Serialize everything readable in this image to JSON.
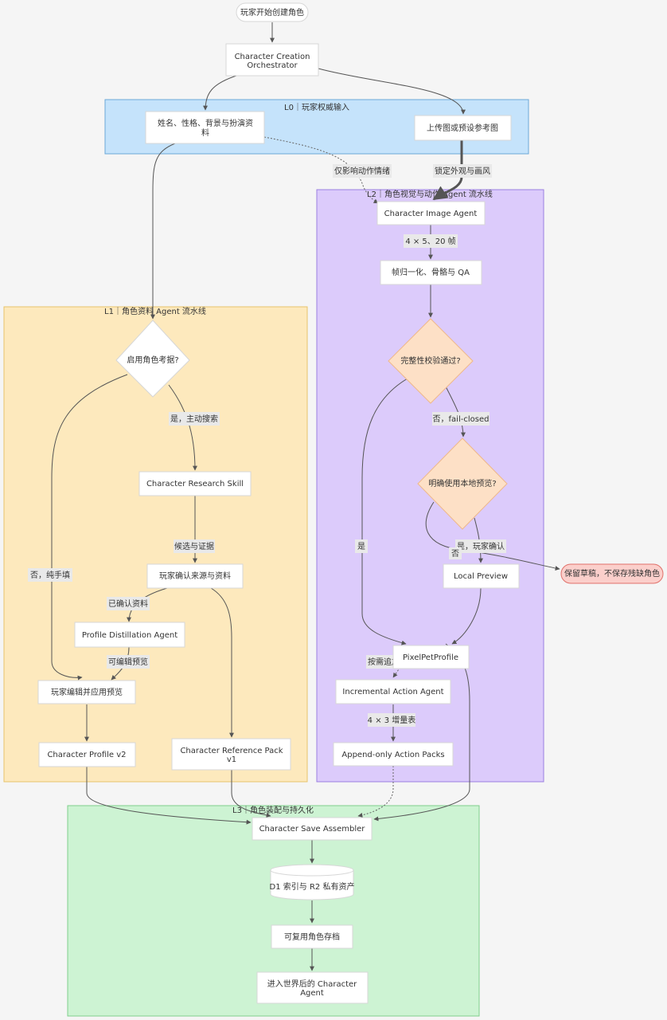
{
  "start_node": "玩家开始创建角色",
  "orchestrator": [
    "Character Creation",
    "Orchestrator"
  ],
  "lanes": {
    "l0": "L0｜玩家权威输入",
    "l1": "L1｜角色资料 Agent 流水线",
    "l2": "L2｜角色视觉与动作 Agent 流水线",
    "l3": "L3｜角色装配与持久化"
  },
  "l0_nodes": {
    "profile_input": [
      "姓名、性格、背景与扮演资",
      "料"
    ],
    "image_input": "上传图或预设参考图"
  },
  "l1_nodes": {
    "decision_research": "启用角色考据?",
    "research_skill": "Character Research Skill",
    "confirm_sources": "玩家确认来源与资料",
    "distillation": "Profile Distillation Agent",
    "edit_preview": "玩家编辑并应用预览",
    "profile_v2": "Character Profile v2",
    "reference_pack": [
      "Character Reference Pack",
      "v1"
    ]
  },
  "l2_nodes": {
    "image_agent": "Character Image Agent",
    "normalize": "帧归一化、骨骼与 QA",
    "decision_integrity": "完整性校验通过?",
    "decision_local": "明确使用本地预览?",
    "local_preview": "Local Preview",
    "pixel_profile": "PixelPetProfile",
    "incremental_agent": "Incremental Action Agent",
    "action_packs": "Append-only Action Packs"
  },
  "draft_node": "保留草稿，不保存残缺角色",
  "l3_nodes": {
    "assembler": "Character Save Assembler",
    "storage": "D1 索引与 R2 私有资产",
    "reusable_save": "可复用角色存档",
    "world_agent": [
      "进入世界后的 Character",
      "Agent"
    ]
  },
  "edge_labels": {
    "motion_only": "仅影响动作情绪",
    "lock_look": "锁定外观与画风",
    "grid_frames": "4 × 5、20 帧",
    "yes_search": "是，主动搜索",
    "candidates": "候选与证据",
    "no_manual": "否，纯手填",
    "confirmed": "已确认资料",
    "editable_preview": "可编辑预览",
    "fail_closed": "否，fail-closed",
    "yes": "是",
    "yes_confirm": "是，玩家确认",
    "no": "否",
    "on_demand": "按需追加动作",
    "increment_table": "4 × 3 增量表"
  },
  "colors": {
    "background": "#f5f5f5",
    "l0_fill": "#c5e3fb",
    "l0_stroke": "#6aa8d8",
    "l1_fill": "#fde9bd",
    "l1_stroke": "#e8c46a",
    "l2_fill": "#dccbfb",
    "l2_stroke": "#9a7fe0",
    "l3_fill": "#cdf3d3",
    "l3_stroke": "#7fcf8c",
    "decision_fill": "#fde0c6",
    "decision_stroke": "#efb88a",
    "draft_fill": "#fbcfcb",
    "draft_stroke": "#e0706a",
    "node_fill": "#ffffff",
    "node_stroke": "#d7d7d7",
    "edge": "#555555"
  }
}
